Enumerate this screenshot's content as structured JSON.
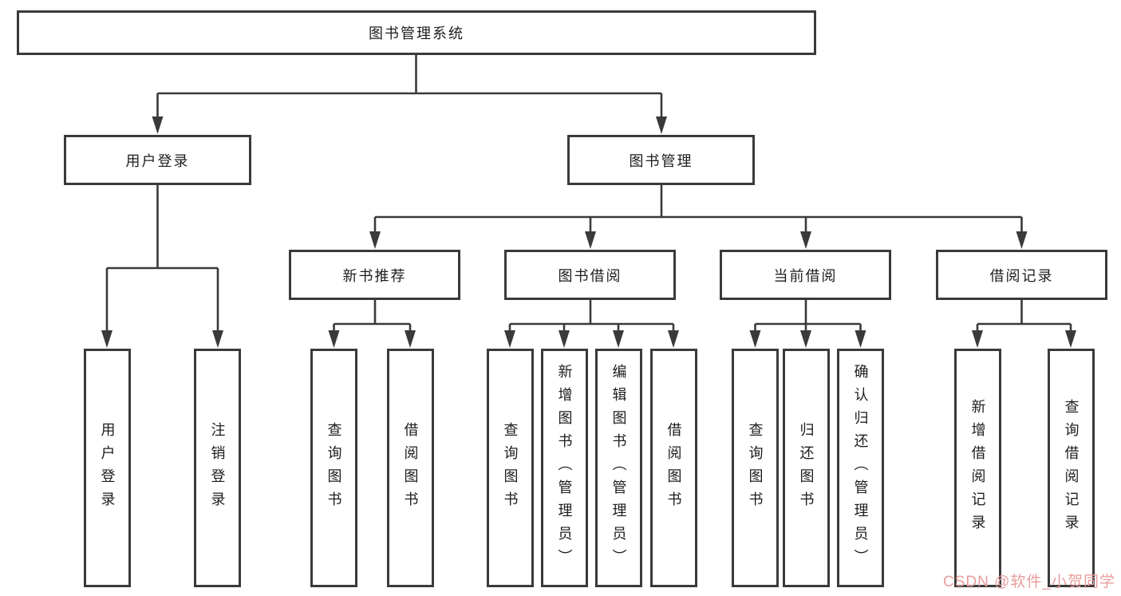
{
  "colors": {
    "line": "#3a3a3a",
    "text": "#1d1d1d",
    "background": "#ffffff",
    "watermark": "#ea9d9d"
  },
  "tree": {
    "root": {
      "label": "图书管理系统"
    },
    "branches": {
      "user_login": {
        "label": "用户登录",
        "children": [
          "用户登录",
          "注销登录"
        ]
      },
      "book_management": {
        "label": "图书管理",
        "modules": {
          "new_book": {
            "label": "新书推荐",
            "children": [
              "查询图书",
              "借阅图书"
            ]
          },
          "borrow": {
            "label": "图书借阅",
            "children": [
              "查询图书",
              "新增图书（管理员）",
              "编辑图书（管理员）",
              "借阅图书"
            ]
          },
          "current": {
            "label": "当前借阅",
            "children": [
              "查询图书",
              "归还图书",
              "确认归还（管理员）"
            ]
          },
          "records": {
            "label": "借阅记录",
            "children": [
              "新增借阅记录",
              "查询借阅记录"
            ]
          }
        }
      }
    }
  },
  "watermark": {
    "text": "CSDN @软件_小贺同学"
  }
}
